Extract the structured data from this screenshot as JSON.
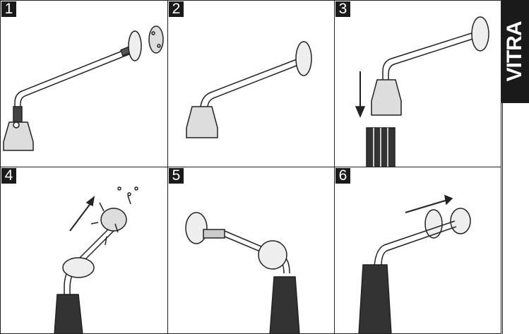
{
  "brand": {
    "logo_text": "VITRA"
  },
  "steps": [
    {
      "number": "1"
    },
    {
      "number": "2"
    },
    {
      "number": "3"
    },
    {
      "number": "4"
    },
    {
      "number": "5"
    },
    {
      "number": "6"
    }
  ]
}
